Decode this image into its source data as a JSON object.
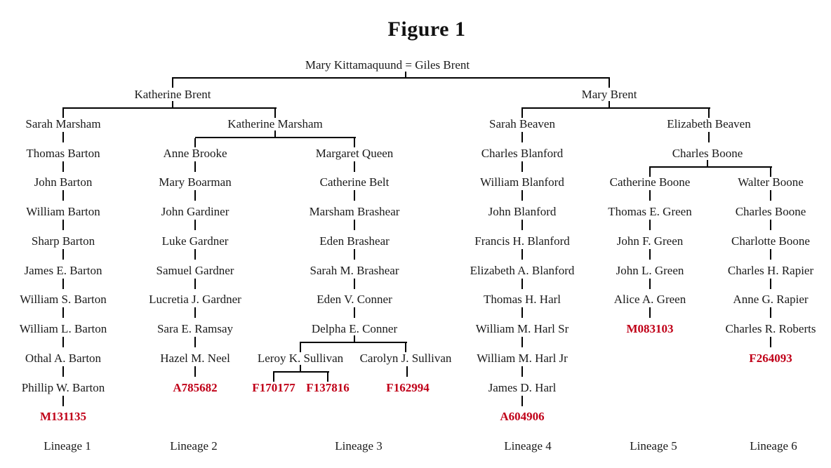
{
  "figure_title": "Figure 1",
  "colors": {
    "terminal_id_red": "#c00018",
    "text": "#1a1a1a",
    "line": "#000000",
    "background": "#ffffff"
  },
  "tree": {
    "root_couple": "Mary Kittamaquund = Giles Brent",
    "generation2": {
      "katherine_brent": "Katherine Brent",
      "mary_brent": "Mary Brent"
    },
    "intermediate": {
      "katherine_marsham": "Katherine Marsham",
      "elizabeth_beaven": "Elizabeth Beaven",
      "charles_boone": "Charles Boone"
    }
  },
  "lineages": [
    {
      "label": "Lineage 1",
      "parent": "Katherine Brent",
      "head": "Sarah Marsham",
      "chain": [
        "Thomas Barton",
        "John Barton",
        "William Barton",
        "Sharp Barton",
        "James E. Barton",
        "William S. Barton",
        "William L. Barton",
        "Othal A. Barton",
        "Phillip W. Barton"
      ],
      "terminal_id": "M131135"
    },
    {
      "label": "Lineage 2",
      "parent": "Katherine Marsham",
      "head": "Anne Brooke",
      "chain": [
        "Mary Boarman",
        "John Gardiner",
        "Luke Gardner",
        "Samuel Gardner",
        "Lucretia J. Gardner",
        "Sara E. Ramsay",
        "Hazel M. Neel"
      ],
      "terminal_id": "A785682"
    },
    {
      "label": "Lineage 3",
      "parent": "Katherine Marsham",
      "head": "Margaret Queen",
      "chain": [
        "Catherine Belt",
        "Marsham Brashear",
        "Eden Brashear",
        "Sarah M. Brashear",
        "Eden V. Conner",
        "Delpha E. Conner"
      ],
      "branches": [
        {
          "name": "Leroy K. Sullivan",
          "terminal_ids": [
            "F170177",
            "F137816"
          ]
        },
        {
          "name": "Carolyn J. Sullivan",
          "terminal_ids": [
            "F162994"
          ]
        }
      ]
    },
    {
      "label": "Lineage 4",
      "parent": "Mary Brent",
      "head": "Sarah Beaven",
      "chain": [
        "Charles Blanford",
        "William Blanford",
        "John Blanford",
        "Francis H. Blanford",
        "Elizabeth A. Blanford",
        "Thomas H. Harl",
        "William M. Harl Sr",
        "William M. Harl Jr",
        "James D. Harl"
      ],
      "terminal_id": "A604906"
    },
    {
      "label": "Lineage 5",
      "parent": "Charles Boone",
      "head": "Catherine Boone",
      "chain": [
        "Thomas E. Green",
        "John F. Green",
        "John L. Green",
        "Alice A. Green"
      ],
      "terminal_id": "M083103"
    },
    {
      "label": "Lineage 6",
      "parent": "Charles Boone",
      "head": "Walter Boone",
      "chain": [
        "Charles Boone",
        "Charlotte Boone",
        "Charles H. Rapier",
        "Anne G. Rapier",
        "Charles R. Roberts"
      ],
      "terminal_id": "F264093"
    }
  ]
}
